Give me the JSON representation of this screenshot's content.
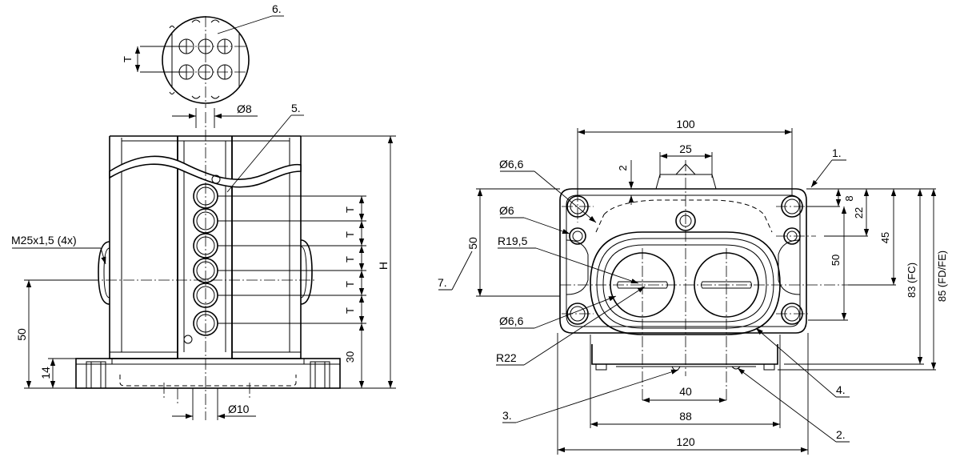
{
  "labels": {
    "t": "T",
    "h": "H",
    "phi8": "Ø8",
    "phi10": "Ø10",
    "m25": "M25x1,5 (4x)",
    "d50_side": "50",
    "d14": "14",
    "d30": "30",
    "d100": "100",
    "d25": "25",
    "d2": "2",
    "phi66_top": "Ø6,6",
    "phi6": "Ø6",
    "r195": "R19,5",
    "d50_front": "50",
    "phi66_bottom": "Ø6,6",
    "r22": "R22",
    "d8": "8",
    "d22": "22",
    "d45": "45",
    "d50_right": "50",
    "d83": "83 (FC)",
    "d85": "85 (FD/FE)",
    "d40": "40",
    "d88": "88",
    "d120": "120"
  },
  "callouts": {
    "c1": "1.",
    "c2": "2.",
    "c3": "3.",
    "c4": "4.",
    "c5": "5.",
    "c6": "6.",
    "c7": "7."
  }
}
